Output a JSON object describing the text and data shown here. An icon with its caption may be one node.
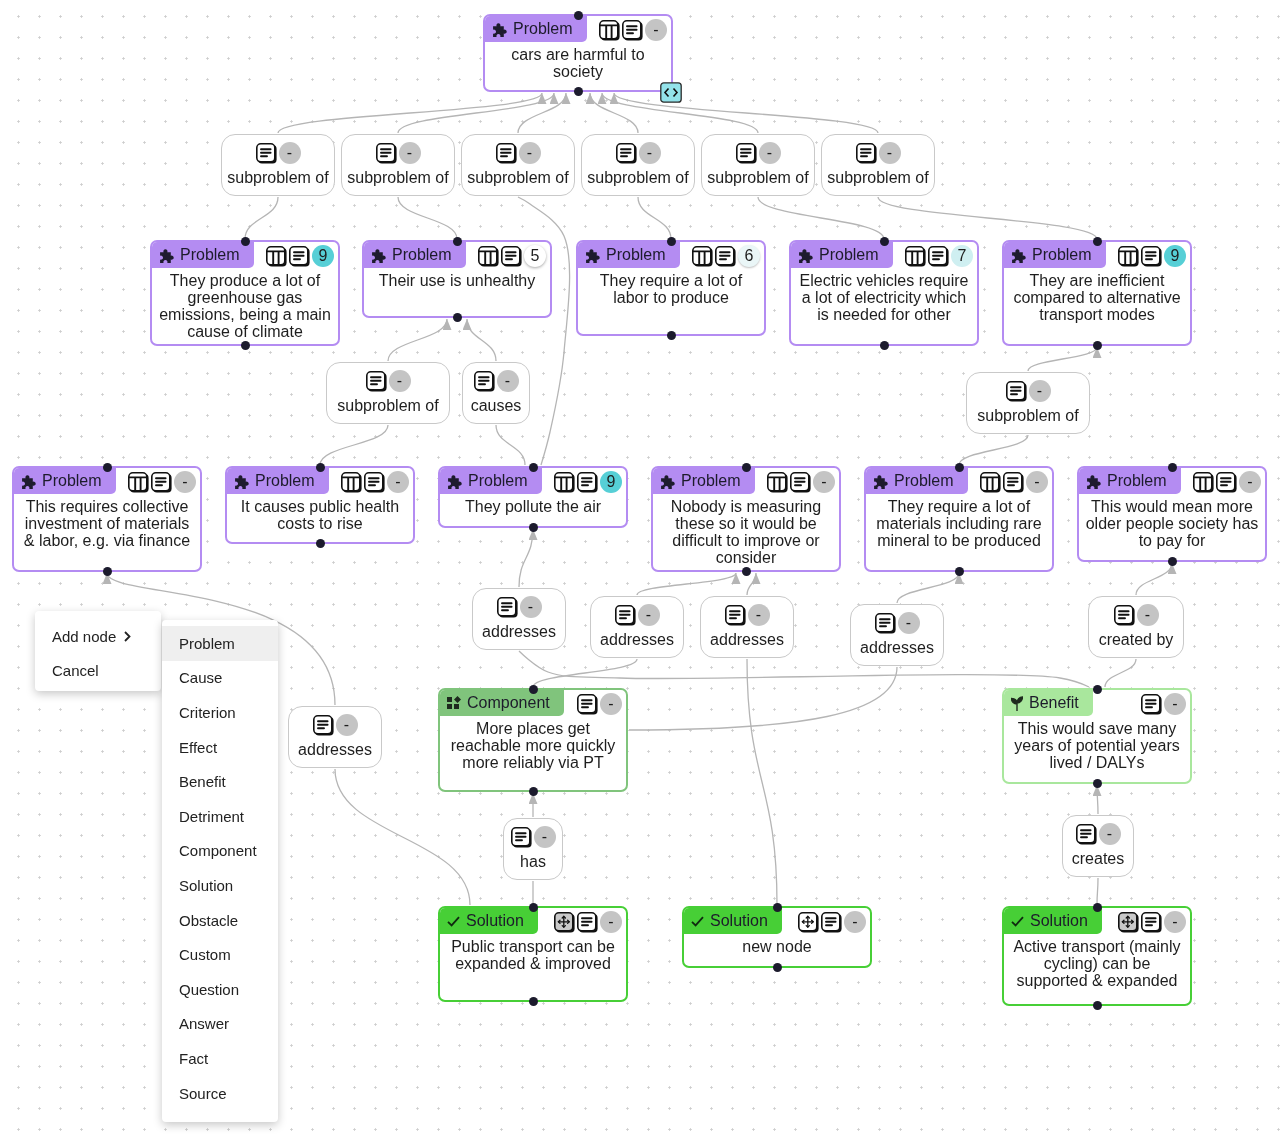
{
  "diagram": {
    "nodes": [
      {
        "text": [
          "Problem",
          "-",
          "cars are harmful to society"
        ]
      },
      {
        "text": [
          "-",
          "subproblem of"
        ]
      },
      {
        "text": [
          "-",
          "subproblem of"
        ]
      },
      {
        "text": [
          "-",
          "subproblem of"
        ]
      },
      {
        "text": [
          "-",
          "subproblem of"
        ]
      },
      {
        "text": [
          "-",
          "subproblem of"
        ]
      },
      {
        "text": [
          "-",
          "subproblem of"
        ]
      },
      {
        "text": [
          "Problem",
          "9",
          "They produce a lot of greenhouse gas emissions, being a main cause of climate"
        ]
      },
      {
        "text": [
          "Problem",
          "5",
          "Their use is unhealthy"
        ]
      },
      {
        "text": [
          "Problem",
          "6",
          "They require a lot of labor to produce"
        ]
      },
      {
        "text": [
          "Problem",
          "7",
          "Electric vehicles require a lot of electricity which is needed for other"
        ]
      },
      {
        "text": [
          "Problem",
          "9",
          "They are inefficient compared to alternative transport modes"
        ]
      },
      {
        "text": [
          "-",
          "subproblem of"
        ]
      },
      {
        "text": [
          "-",
          "causes"
        ]
      },
      {
        "text": [
          "-",
          "subproblem of"
        ]
      },
      {
        "text": [
          "Problem",
          "-",
          "This requires collective investment of materials & labor, e.g. via finance"
        ]
      },
      {
        "text": [
          "Problem",
          "-",
          "It causes public health costs to rise"
        ]
      },
      {
        "text": [
          "Problem",
          "9",
          "They pollute the air"
        ]
      },
      {
        "text": [
          "Problem",
          "-",
          "Nobody is measuring these so it would be difficult to improve or consider"
        ]
      },
      {
        "text": [
          "Problem",
          "-",
          "They require a lot of materials including rare mineral to be produced"
        ]
      },
      {
        "text": [
          "Problem",
          "-",
          "This would mean more older people society has to pay for"
        ]
      },
      {
        "text": [
          "-",
          "addresses"
        ]
      },
      {
        "text": [
          "-",
          "addresses"
        ]
      },
      {
        "text": [
          "-",
          "addresses"
        ]
      },
      {
        "text": [
          "-",
          "addresses"
        ]
      },
      {
        "text": [
          "-",
          "created by"
        ]
      },
      {
        "text": [
          "Component",
          "-",
          "More places get reachable more quickly more reliably via PT"
        ]
      },
      {
        "text": [
          "Benefit",
          "-",
          "This would save many years of potential years lived / DALYs"
        ]
      },
      {
        "text": [
          "-",
          "addresses"
        ]
      },
      {
        "text": [
          "-",
          "has"
        ]
      },
      {
        "text": [
          "-",
          "creates"
        ]
      },
      {
        "text": [
          "Solution",
          "-",
          "Public transport can be expanded & improved"
        ]
      },
      {
        "text": [
          "Solution",
          "-",
          "new node"
        ]
      },
      {
        "text": [
          "Solution",
          "-",
          "Active transport (mainly cycling) can be supported & expanded"
        ]
      }
    ],
    "edges": [
      {
        "from": 7,
        "to": 1,
        "arrow": "none"
      },
      {
        "from": 1,
        "to": 0,
        "arrow": "to"
      },
      {
        "from": 8,
        "to": 2,
        "arrow": "none"
      },
      {
        "from": 2,
        "to": 0,
        "arrow": "to"
      },
      {
        "from": 17,
        "to": 3,
        "arrow": "none"
      },
      {
        "from": 3,
        "to": 0,
        "arrow": "to"
      },
      {
        "from": 9,
        "to": 4,
        "arrow": "none"
      },
      {
        "from": 4,
        "to": 0,
        "arrow": "to"
      },
      {
        "from": 10,
        "to": 5,
        "arrow": "none"
      },
      {
        "from": 5,
        "to": 0,
        "arrow": "to"
      },
      {
        "from": 11,
        "to": 6,
        "arrow": "none"
      },
      {
        "from": 6,
        "to": 0,
        "arrow": "to"
      },
      {
        "from": 16,
        "to": 12,
        "arrow": "none"
      },
      {
        "from": 12,
        "to": 8,
        "arrow": "to"
      },
      {
        "from": 17,
        "to": 13,
        "arrow": "none"
      },
      {
        "from": 13,
        "to": 8,
        "arrow": "to"
      },
      {
        "from": 19,
        "to": 14,
        "arrow": "none"
      },
      {
        "from": 14,
        "to": 11,
        "arrow": "to"
      },
      {
        "from": 27,
        "to": 21,
        "arrow": "none"
      },
      {
        "from": 21,
        "to": 17,
        "arrow": "to"
      },
      {
        "from": 26,
        "to": 22,
        "arrow": "none"
      },
      {
        "from": 22,
        "to": 18,
        "arrow": "to"
      },
      {
        "from": 32,
        "to": 23,
        "arrow": "none"
      },
      {
        "from": 23,
        "to": 18,
        "arrow": "to"
      },
      {
        "from": 26,
        "to": 24,
        "arrow": "none"
      },
      {
        "from": 24,
        "to": 19,
        "arrow": "to"
      },
      {
        "from": 27,
        "to": 25,
        "arrow": "none"
      },
      {
        "from": 25,
        "to": 20,
        "arrow": "to"
      },
      {
        "from": 31,
        "to": 28,
        "arrow": "none"
      },
      {
        "from": 28,
        "to": 15,
        "arrow": "to"
      },
      {
        "from": 31,
        "to": 29,
        "arrow": "none"
      },
      {
        "from": 29,
        "to": 26,
        "arrow": "to"
      },
      {
        "from": 33,
        "to": 30,
        "arrow": "none"
      },
      {
        "from": 30,
        "to": 27,
        "arrow": "to"
      }
    ],
    "labels": [
      "Add node",
      "Cancel",
      "Problem",
      "Cause",
      "Criterion",
      "Effect",
      "Benefit",
      "Detriment",
      "Component",
      "Solution",
      "Obstacle",
      "Custom",
      "Question",
      "Answer",
      "Fact",
      "Source"
    ]
  }
}
